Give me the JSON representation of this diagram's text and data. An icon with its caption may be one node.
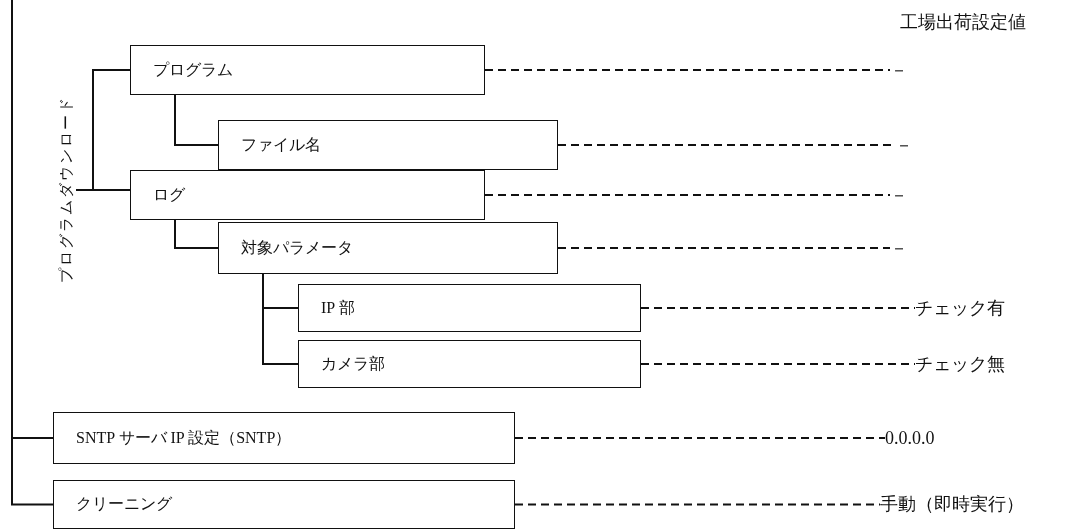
{
  "diagram": {
    "nodes": [
      {
        "text": [
          "プログラムダウンロード"
        ]
      },
      {
        "text": [
          "プログラム"
        ]
      },
      {
        "text": [
          "ファイル名"
        ]
      },
      {
        "text": [
          "ログ"
        ]
      },
      {
        "text": [
          "対象パラメータ"
        ]
      },
      {
        "text": [
          "IP 部"
        ]
      },
      {
        "text": [
          "カメラ部"
        ]
      },
      {
        "text": [
          "SNTP サーバ IP 設定（SNTP）"
        ]
      },
      {
        "text": [
          "クリーニング"
        ]
      },
      {
        "text": [
          "－"
        ]
      },
      {
        "text": [
          "－"
        ]
      },
      {
        "text": [
          "－"
        ]
      },
      {
        "text": [
          "－"
        ]
      },
      {
        "text": [
          "チェック有"
        ]
      },
      {
        "text": [
          "チェック無"
        ]
      },
      {
        "text": [
          "0.0.0.0"
        ]
      },
      {
        "text": [
          "手動（即時実行）"
        ]
      }
    ],
    "edges": [
      {
        "from": 0,
        "to": 1,
        "arrow": "none"
      },
      {
        "from": 1,
        "to": 2,
        "arrow": "none"
      },
      {
        "from": 0,
        "to": 3,
        "arrow": "none"
      },
      {
        "from": 3,
        "to": 4,
        "arrow": "none"
      },
      {
        "from": 4,
        "to": 5,
        "arrow": "none"
      },
      {
        "from": 4,
        "to": 6,
        "arrow": "none"
      },
      {
        "from": null,
        "to": 7,
        "arrow": "none"
      },
      {
        "from": null,
        "to": 8,
        "arrow": "none"
      },
      {
        "from": 1,
        "to": 9,
        "arrow": "none",
        "style": "dashed"
      },
      {
        "from": 2,
        "to": 10,
        "arrow": "none",
        "style": "dashed"
      },
      {
        "from": 3,
        "to": 11,
        "arrow": "none",
        "style": "dashed"
      },
      {
        "from": 4,
        "to": 12,
        "arrow": "none",
        "style": "dashed"
      },
      {
        "from": 5,
        "to": 13,
        "arrow": "none",
        "style": "dashed"
      },
      {
        "from": 6,
        "to": 14,
        "arrow": "none",
        "style": "dashed"
      },
      {
        "from": 7,
        "to": 15,
        "arrow": "none",
        "style": "dashed"
      },
      {
        "from": 8,
        "to": 16,
        "arrow": "none",
        "style": "dashed"
      }
    ],
    "labels": [
      "工場出荷設定値"
    ]
  }
}
